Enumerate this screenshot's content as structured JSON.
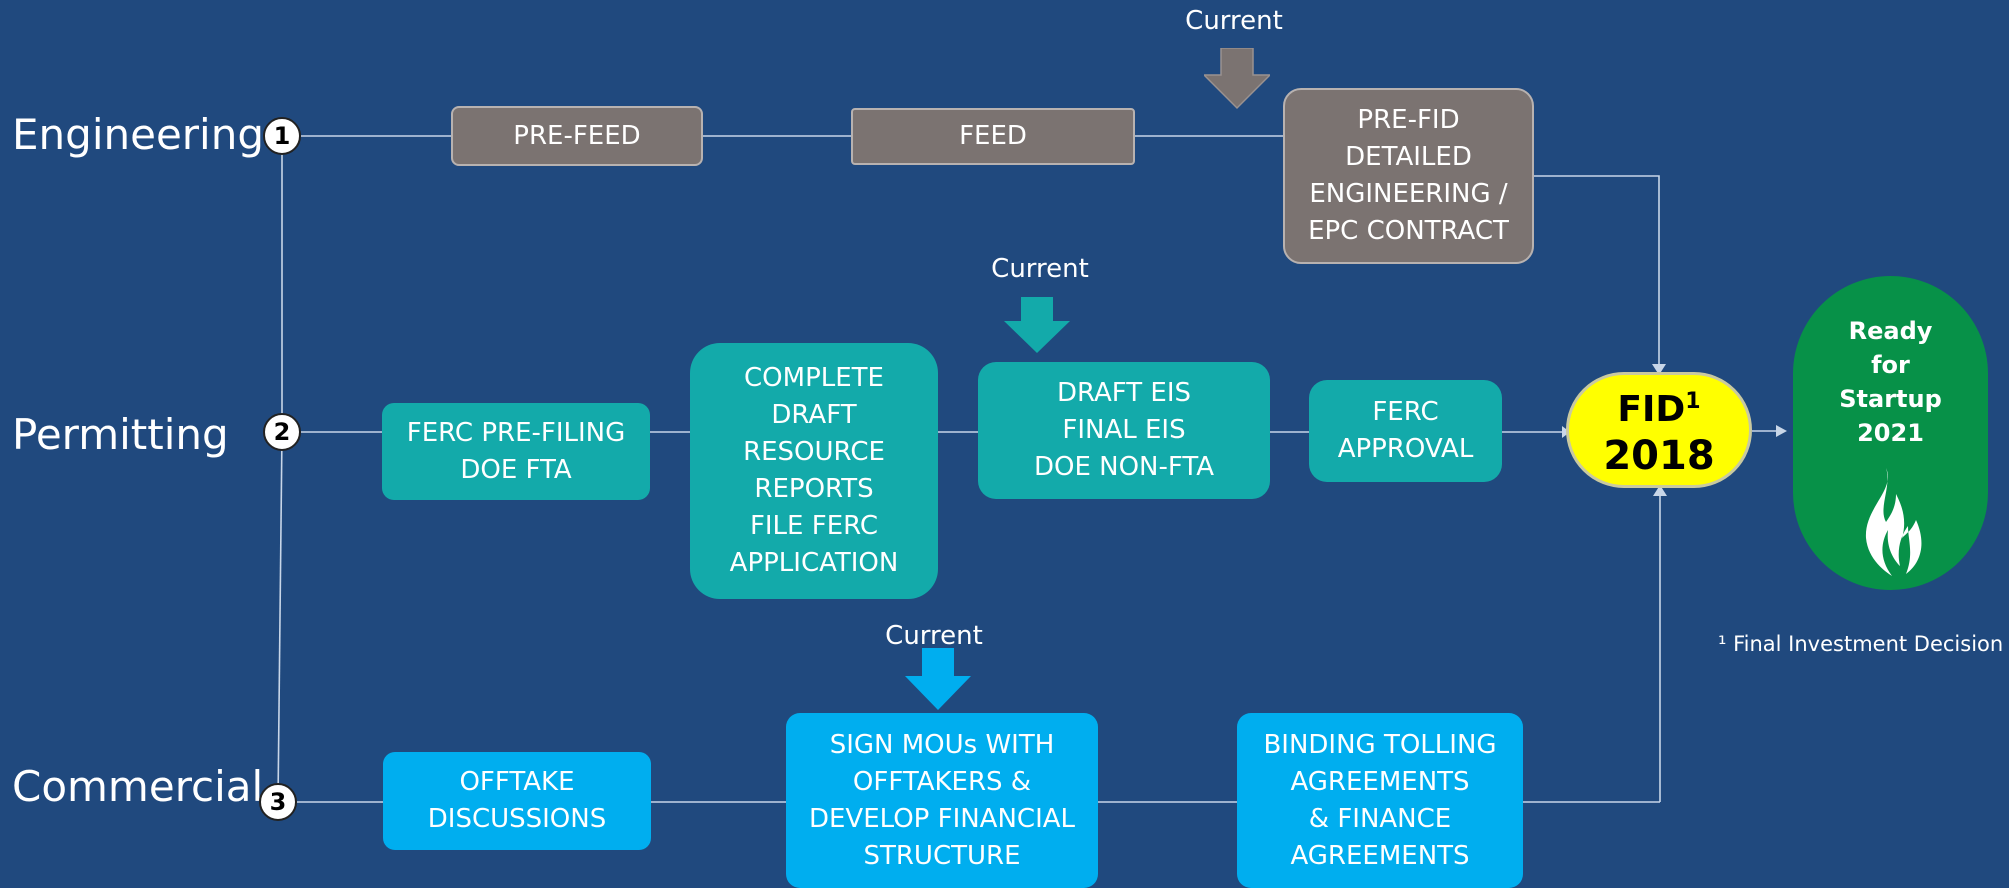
{
  "tracks": [
    {
      "label": "Engineering",
      "number": "1"
    },
    {
      "label": "Permitting",
      "number": "2"
    },
    {
      "label": "Commercial",
      "number": "3"
    }
  ],
  "engineering": {
    "prefeed": "PRE-FEED",
    "feed": "FEED",
    "prefid": "PRE-FID\nDETAILED\nENGINEERING /\nEPC CONTRACT"
  },
  "permitting": {
    "ferc_prefiling": "FERC PRE-FILING\nDOE FTA",
    "complete_draft": "COMPLETE\nDRAFT\nRESOURCE\nREPORTS\nFILE FERC\nAPPLICATION",
    "draft_eis": "DRAFT EIS\nFINAL EIS\nDOE NON-FTA",
    "ferc_approval": "FERC\nAPPROVAL"
  },
  "commercial": {
    "offtake": "OFFTAKE\nDISCUSSIONS",
    "mous": "SIGN MOUs WITH\nOFFTAKERS &\nDEVELOP FINANCIAL\nSTRUCTURE",
    "binding": "BINDING TOLLING\nAGREEMENTS\n& FINANCE\nAGREEMENTS"
  },
  "current_label": "Current",
  "fid": {
    "label": "FID",
    "superscript": "1",
    "year": "2018"
  },
  "ready": {
    "line1": "Ready",
    "line2": "for",
    "line3": "Startup",
    "line4": "2021"
  },
  "footnote": "¹ Final Investment Decision",
  "colors": {
    "background": "#20497e",
    "engineering": "#7b7371",
    "permitting": "#13aaaa",
    "commercial": "#00aeef",
    "fid": "#ffff00",
    "ready": "#079148"
  },
  "icons": {
    "flame": "flame-icon"
  }
}
